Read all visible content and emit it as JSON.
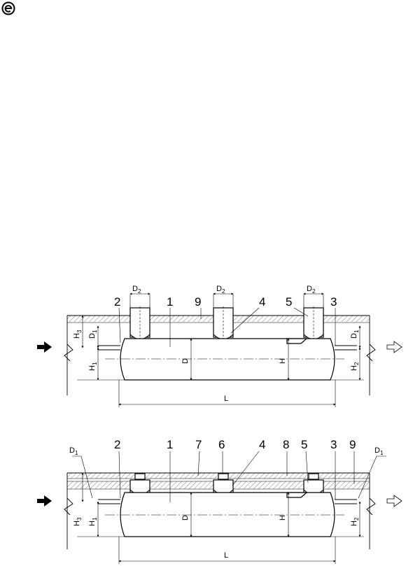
{
  "logo": {
    "icon": "e-circle-logo"
  },
  "diagram_top": {
    "callouts": [
      "2",
      "1",
      "9",
      "4",
      "5",
      "3"
    ],
    "dims": {
      "d2": [
        "D",
        "2"
      ],
      "d1_right": [
        "D",
        "1"
      ],
      "d1_left": [
        "D",
        "1"
      ],
      "h3": [
        "H",
        "3"
      ],
      "h1": [
        "H",
        "1"
      ],
      "h2": [
        "H",
        "2"
      ],
      "d": "D",
      "h": "H",
      "l": "L"
    }
  },
  "diagram_bottom": {
    "callouts": [
      "2",
      "1",
      "7",
      "6",
      "4",
      "8",
      "5",
      "3",
      "9"
    ],
    "dims": {
      "d1_left": [
        "D",
        "1"
      ],
      "d1_right": [
        "D",
        "1"
      ],
      "h3": [
        "H",
        "3"
      ],
      "h1": [
        "H",
        "1"
      ],
      "h2": [
        "H",
        "2"
      ],
      "d": "D",
      "h": "H",
      "l": "L"
    }
  }
}
